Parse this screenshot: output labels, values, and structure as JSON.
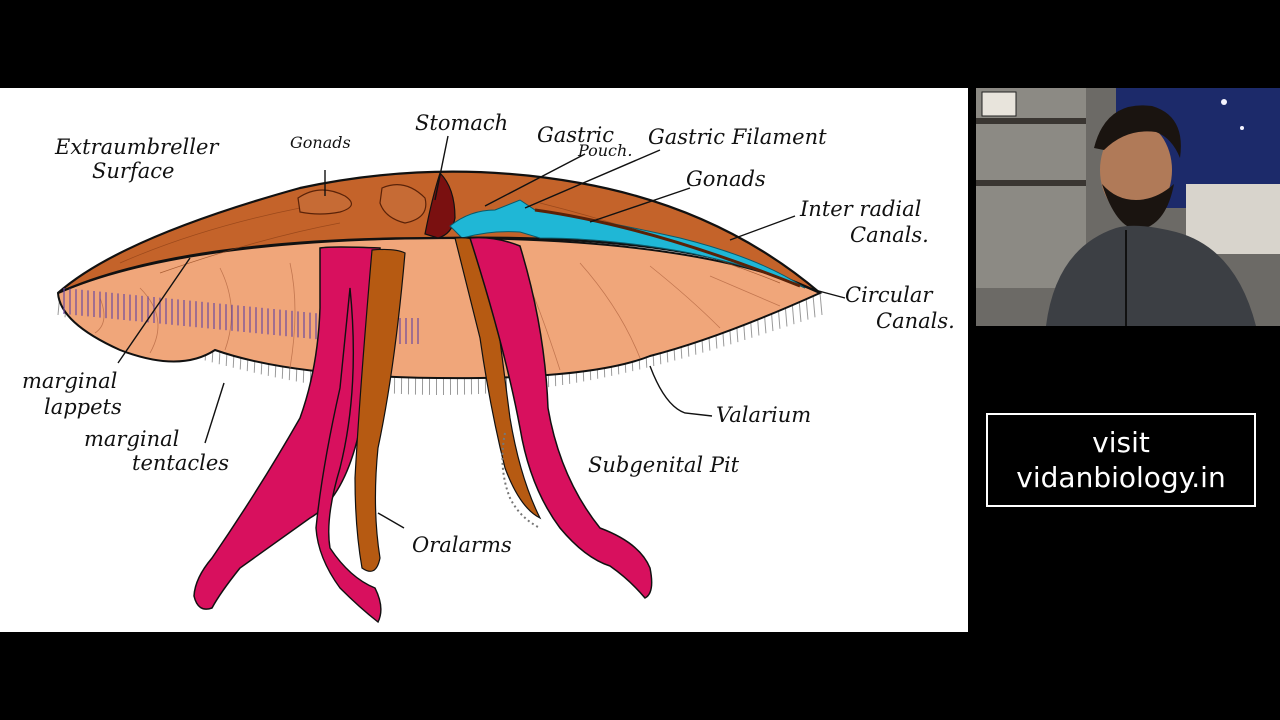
{
  "labels": {
    "extraumbrellar_line1": "Extraumbreller",
    "extraumbrellar_line2": "Surface",
    "gonads_left": "Gonads",
    "stomach": "Stomach",
    "gastric_pouch_line1": "Gastric",
    "gastric_pouch_line2": "Pouch.",
    "gastric_filament": "Gastric Filament",
    "gonads_right": "Gonads",
    "inter_radial_line1": "Inter radial",
    "inter_radial_line2": "Canals.",
    "circular_line1": "Circular",
    "circular_line2": "Canals.",
    "marginal_lappets_line1": "marginal",
    "marginal_lappets_line2": "lappets",
    "marginal_tentacles_line1": "marginal",
    "marginal_tentacles_line2": "tentacles",
    "velarium": "Valarium",
    "subgenital_pit": "Subgenital Pit",
    "oral_arms": "Oralarms"
  },
  "promo": {
    "line1": "visit",
    "line2": "vidanbiology.in"
  },
  "colors": {
    "exumbrella": "#c4632a",
    "subumbrella": "#f0a67a",
    "oral_arm_pink": "#d8105e",
    "oral_arm_brown": "#b65a12",
    "canal_cyan": "#1fb7d6",
    "stomach_red": "#7a1010"
  }
}
